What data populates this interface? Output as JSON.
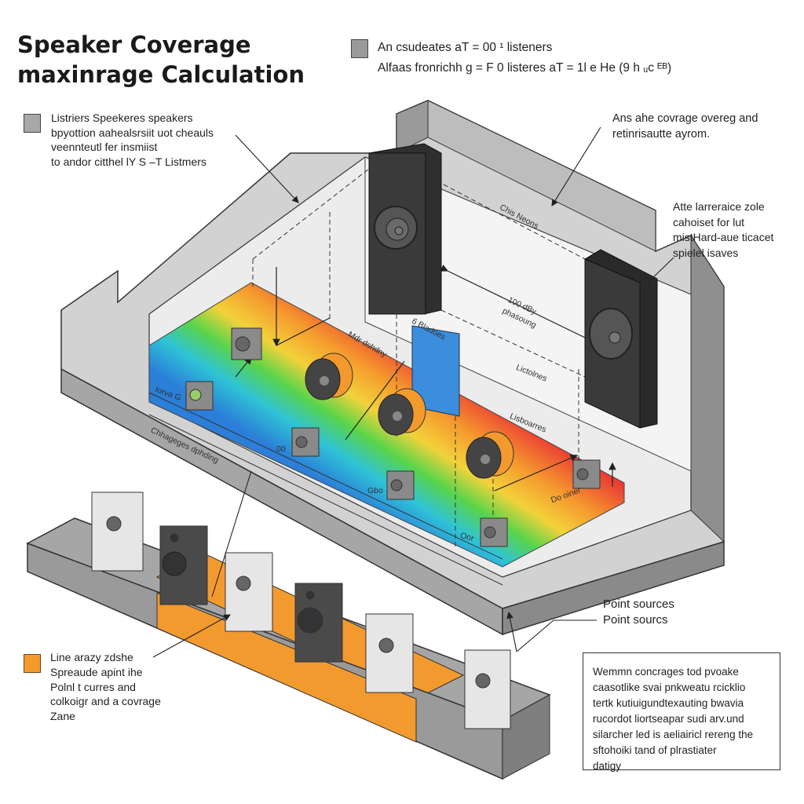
{
  "title": {
    "line1": "Speaker Coverage",
    "line2": "maxinrage Calculation"
  },
  "legend_top": {
    "line1": "An csudeates aT = 00 ¹ listeners",
    "line2": "Alfaas fronrichh g = F 0 listeres aT = 1l e He (9 h ᵤc ᴱᴮ)",
    "swatch_color": "#9a9a9a"
  },
  "note_left": {
    "lines": [
      "Listriers Speekeres speakers",
      "bpyottion aahealsrsiit uot cheauls",
      "veennteutl fer insmiist",
      "to andor citthel lY S –T Listmers"
    ],
    "swatch_color": "#a8a8a8"
  },
  "note_top_right": {
    "lines": [
      "Ans ahe covrage overeg and",
      "retinrisautte ayrom."
    ]
  },
  "note_mid_right": {
    "lines": [
      "Atte larreraice zole",
      "cahoiset for lut",
      "mistHard-aue ticacet",
      "spielel isaves"
    ]
  },
  "floor_labels": {
    "chis_neons": "Chis Neons",
    "db_line1": "100 dBy",
    "db_line2": "phasoung",
    "bladoes": "6 Bladoes",
    "mdr": "Mdr dshdny",
    "lictolnes": "Lictolnes",
    "lisboarres": "Lisboarres",
    "chhageges": "Chhageges dphding",
    "iorva": "Iorva G",
    "zero": "00",
    "gbo": "Gbo",
    "do_oiner": "Do oiner",
    "oor": "Oor"
  },
  "point_sources": {
    "line1": "Point sources",
    "line2": "Point sourcs"
  },
  "line_array_legend": {
    "lines": [
      "Line arazy zdshe",
      "Spreaude apint ihe",
      "Polnl t curres and",
      "colkoigr and a covrage",
      "Zane"
    ],
    "swatch_color": "#f39a2e"
  },
  "description_box": {
    "lines": [
      "Wemmn concrages tod pvoake",
      "caasotlike svai pnkweatu rcicklio",
      "tertk kutiuigundtexauting bwavia",
      "rucordot liortseapar sudi arv.und",
      "silarcher led is aeliairicl rereng the",
      "sftohoiki tand of plrastiater",
      "datigy"
    ]
  },
  "colors": {
    "heatmap": [
      "#2b7fd8",
      "#2fc3d6",
      "#59d44a",
      "#f2d23a",
      "#f59a2e",
      "#ea3b33"
    ],
    "line_array": "#f39a2e",
    "wall": "#a6a6a6",
    "speaker_dark": "#3a3a3a",
    "panel_blue": "#3b8ddd"
  }
}
